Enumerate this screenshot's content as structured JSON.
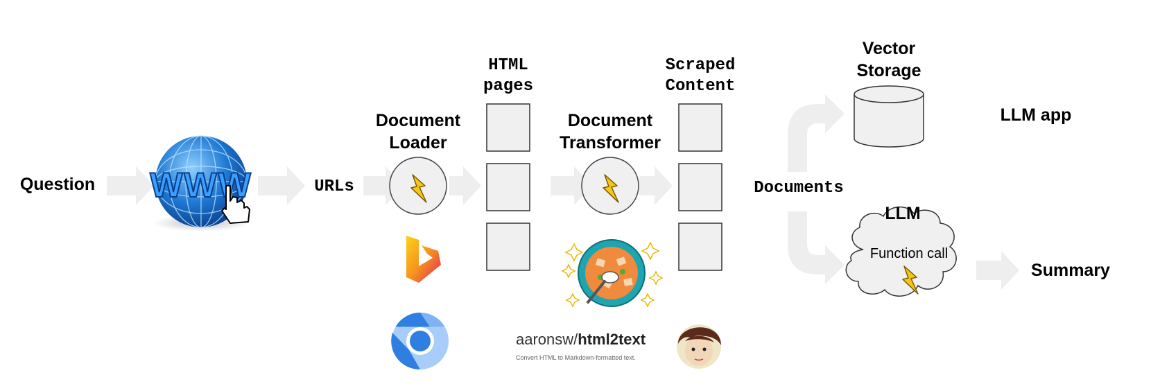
{
  "labels": {
    "question": "Question",
    "urls": "URLs",
    "document_loader": "Document\nLoader",
    "html_pages": "HTML\npages",
    "document_transformer": "Document\nTransformer",
    "scraped_content": "Scraped\nContent",
    "documents": "Documents",
    "vector_storage": "Vector\nStorage",
    "llm_app": "LLM app",
    "llm": "LLM",
    "function_call": "Function call",
    "summary": "Summary"
  },
  "html2text": {
    "owner": "aaronsw/",
    "repo": "html2text",
    "description": "Convert HTML to Markdown-formatted text."
  },
  "colors": {
    "arrow": "#eeeeee",
    "box_fill": "#f0f0f0",
    "box_stroke": "#333333",
    "bolt": "#f5c518",
    "globe": "#1e78d2",
    "chromium": "#2f7fe0",
    "bing_orange": "#f7931e",
    "bing_magenta": "#e0245e",
    "soup": "#f08a3c"
  },
  "icons": [
    "globe-www-icon",
    "lightning-bolt-icon",
    "bing-icon",
    "chromium-icon",
    "soup-bowl-icon",
    "avatar-icon",
    "cylinder-icon",
    "cloud-icon"
  ]
}
